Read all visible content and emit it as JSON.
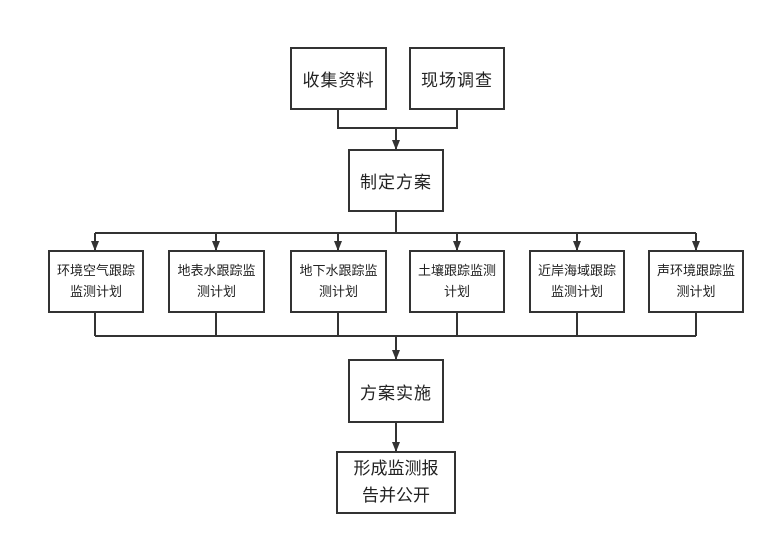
{
  "top_row": [
    {
      "label": "收集资料"
    },
    {
      "label": "现场调查"
    }
  ],
  "plan": {
    "label": "制定方案"
  },
  "tracking_plans": [
    {
      "label": "环境空气跟踪监测计划"
    },
    {
      "label": "地表水跟踪监测计划"
    },
    {
      "label": "地下水跟踪监测计划"
    },
    {
      "label": "土壤跟踪监测计划"
    },
    {
      "label": "近岸海域跟踪监测计划"
    },
    {
      "label": "声环境跟踪监测计划"
    }
  ],
  "implementation": {
    "label": "方案实施"
  },
  "report": {
    "label": "形成监测报告并公开"
  }
}
